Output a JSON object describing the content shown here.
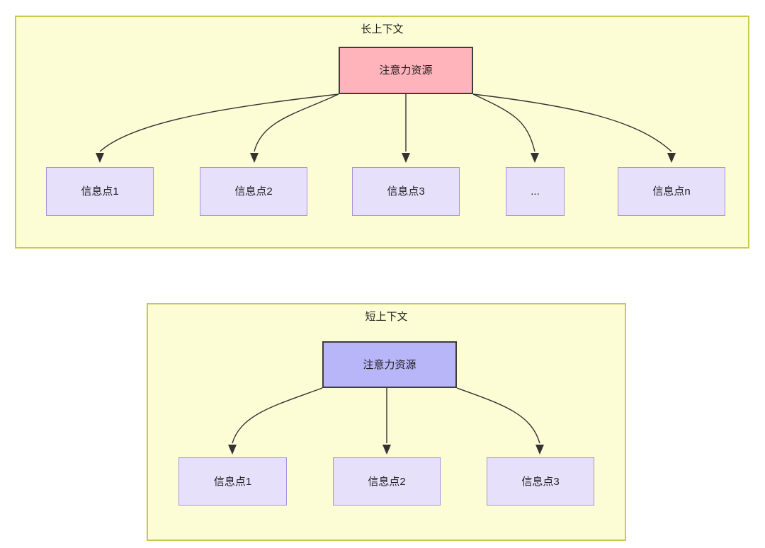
{
  "diagram": {
    "type": "flow-diagram",
    "background": "#ffffff",
    "panel_fill": "#fdfdd5",
    "panel_border": "#c9c94b",
    "panels": [
      {
        "id": "long-context",
        "title": "长上下文",
        "root": {
          "label": "注意力资源",
          "fill": "#ffb3ba",
          "border": "#3d3d3d"
        },
        "leaves": [
          {
            "label": "信息点1"
          },
          {
            "label": "信息点2"
          },
          {
            "label": "信息点3"
          },
          {
            "label": "..."
          },
          {
            "label": "信息点n"
          }
        ],
        "leaf_fill": "#e6e0fb",
        "leaf_border": "#a98fe0",
        "edge_count": 5
      },
      {
        "id": "short-context",
        "title": "短上下文",
        "root": {
          "label": "注意力资源",
          "fill": "#b9b5f9",
          "border": "#3d3d3d"
        },
        "leaves": [
          {
            "label": "信息点1"
          },
          {
            "label": "信息点2"
          },
          {
            "label": "信息点3"
          }
        ],
        "leaf_fill": "#e6e0fb",
        "leaf_border": "#a98fe0",
        "edge_count": 3
      }
    ],
    "edge_color": "#333333"
  }
}
